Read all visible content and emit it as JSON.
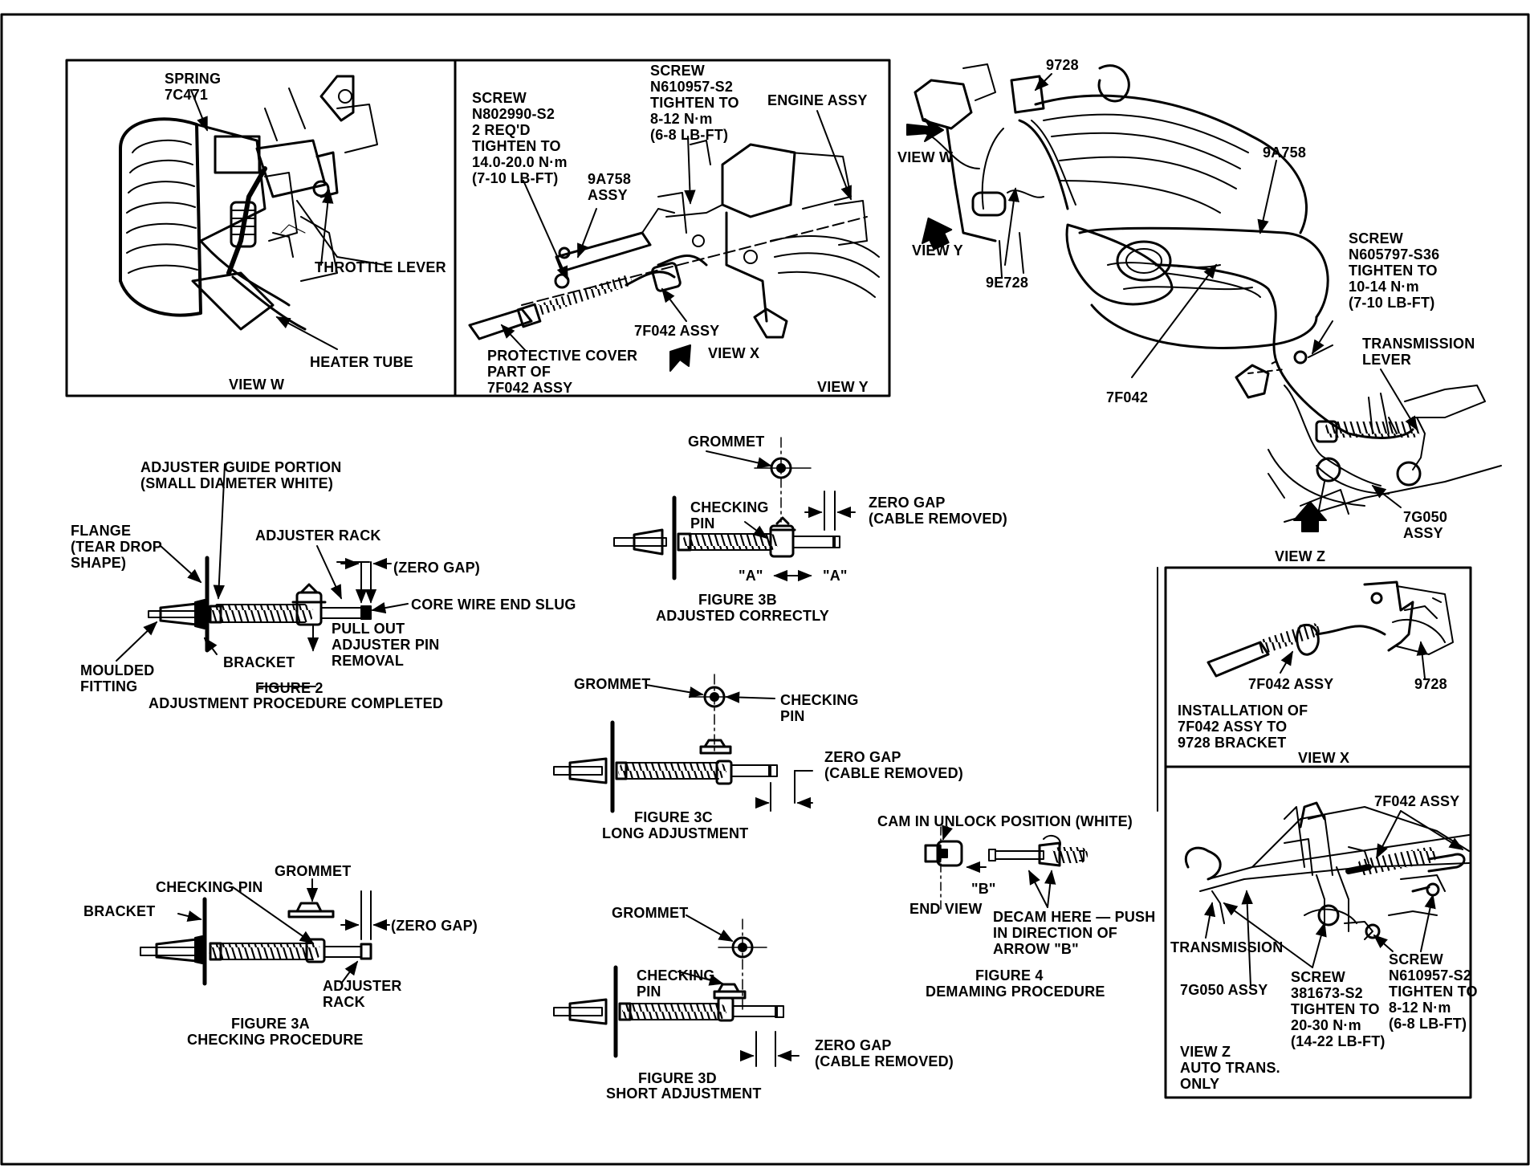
{
  "view_w": {
    "spring": [
      "SPRING",
      "7C471"
    ],
    "throttle_lever": "THROTTLE LEVER",
    "heater_tube": "HEATER TUBE",
    "caption": "VIEW W"
  },
  "view_y": {
    "screw_a": [
      "SCREW",
      "N802990-S2",
      "2 REQ'D",
      "TIGHTEN TO",
      "14.0-20.0 N·m",
      "(7-10 LB-FT)"
    ],
    "screw_b": [
      "SCREW",
      "N610957-S2",
      "TIGHTEN TO",
      "8-12 N·m",
      "(6-8 LB-FT)"
    ],
    "engine_assy": "ENGINE ASSY",
    "part_9a758": [
      "9A758",
      "ASSY"
    ],
    "part_7f042": "7F042 ASSY",
    "protective_cover": [
      "PROTECTIVE COVER",
      "PART OF",
      "7F042 ASSY"
    ],
    "view_x_arrow": "VIEW X",
    "caption": "VIEW Y"
  },
  "main_view": {
    "p9728": "9728",
    "view_w_arrow": "VIEW W",
    "view_y_arrow": "VIEW Y",
    "p9a758": "9A758",
    "p9e728": "9E728",
    "screw": [
      "SCREW",
      "N605797-S36",
      "TIGHTEN TO",
      "10-14 N·m",
      "(7-10 LB-FT)"
    ],
    "trans_lever": [
      "TRANSMISSION",
      "LEVER"
    ],
    "p7f042": "7F042",
    "p7g050": [
      "7G050",
      "ASSY"
    ],
    "view_z_arrow": "VIEW Z"
  },
  "view_x": {
    "p7f042": "7F042 ASSY",
    "p9728": "9728",
    "install": [
      "INSTALLATION OF",
      "7F042 ASSY TO",
      "9728 BRACKET"
    ],
    "caption": "VIEW X"
  },
  "view_z": {
    "p7f042": "7F042 ASSY",
    "transmission": "TRANSMISSION",
    "p7g050": "7G050 ASSY",
    "screw_a": [
      "SCREW",
      "381673-S2",
      "TIGHTEN TO",
      "20-30 N·m",
      "(14-22 LB-FT)"
    ],
    "screw_b": [
      "SCREW",
      "N610957-S2",
      "TIGHTEN TO",
      "8-12 N·m",
      "(6-8 LB-FT)"
    ],
    "caption": [
      "VIEW Z",
      "AUTO TRANS.",
      "ONLY"
    ]
  },
  "figure2": {
    "guide": [
      "ADJUSTER GUIDE PORTION",
      "(SMALL DIAMETER WHITE)"
    ],
    "flange": [
      "FLANGE",
      "(TEAR DROP",
      "SHAPE)"
    ],
    "rack": "ADJUSTER RACK",
    "zero_gap": "(ZERO GAP)",
    "core_wire": "CORE WIRE END SLUG",
    "pull_out": [
      "PULL OUT",
      "ADJUSTER PIN",
      "REMOVAL"
    ],
    "bracket": "BRACKET",
    "moulded": [
      "MOULDED",
      "FITTING"
    ],
    "title": "FIGURE 2",
    "subtitle": "ADJUSTMENT PROCEDURE COMPLETED"
  },
  "figure3a": {
    "grommet": "GROMMET",
    "checking_pin": "CHECKING PIN",
    "bracket": "BRACKET",
    "zero_gap": "(ZERO GAP)",
    "rack": [
      "ADJUSTER",
      "RACK"
    ],
    "title": "FIGURE 3A",
    "subtitle": "CHECKING PROCEDURE"
  },
  "figure3b": {
    "grommet": "GROMMET",
    "checking_pin": [
      "CHECKING",
      "PIN"
    ],
    "zero_gap": [
      "ZERO GAP",
      "(CABLE REMOVED)"
    ],
    "a_left": "\"A\"",
    "a_right": "\"A\"",
    "title": "FIGURE 3B",
    "subtitle": "ADJUSTED CORRECTLY"
  },
  "figure3c": {
    "grommet": "GROMMET",
    "checking_pin": [
      "CHECKING",
      "PIN"
    ],
    "zero_gap": [
      "ZERO GAP",
      "(CABLE REMOVED)"
    ],
    "title": "FIGURE 3C",
    "subtitle": "LONG ADJUSTMENT"
  },
  "figure3d": {
    "grommet": "GROMMET",
    "checking_pin": [
      "CHECKING",
      "PIN"
    ],
    "zero_gap": [
      "ZERO GAP",
      "(CABLE REMOVED)"
    ],
    "title": "FIGURE 3D",
    "subtitle": "SHORT ADJUSTMENT"
  },
  "figure4": {
    "cam": "CAM IN UNLOCK POSITION (WHITE)",
    "end_view": "END VIEW",
    "b_label": "\"B\"",
    "decam": [
      "DECAM HERE — PUSH",
      "IN DIRECTION OF",
      "ARROW \"B\""
    ],
    "title": "FIGURE 4",
    "subtitle": "DEMAMING PROCEDURE"
  }
}
